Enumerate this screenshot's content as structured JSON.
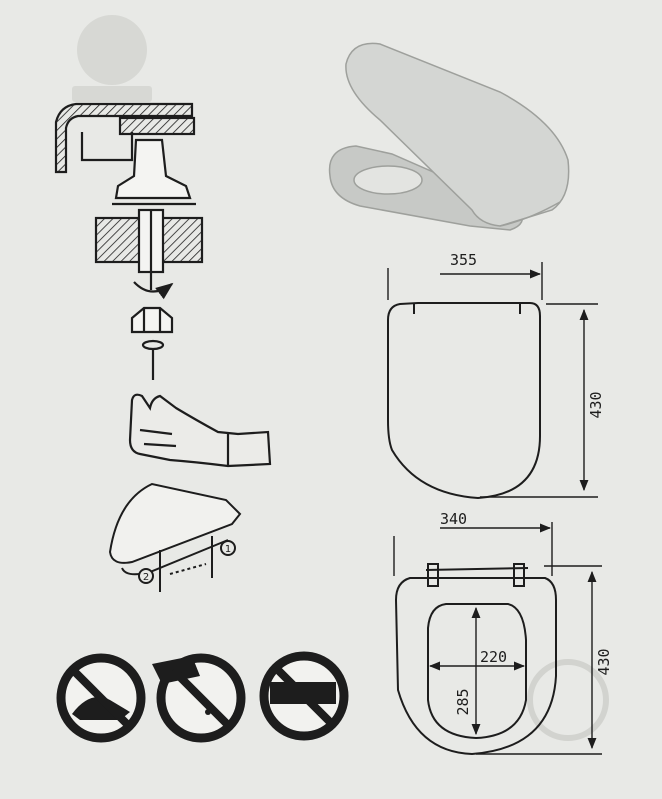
{
  "colors": {
    "paper": "#e8e9e6",
    "ink": "#1d1d1d",
    "seat_fill": "#cfd1ce",
    "watermark": "#d7d8d4"
  },
  "icons": {
    "hinge_assembly": "hinge-mounting-cross-section-icon",
    "screw": "wing-screw-icon",
    "hand": "hand-tightening-icon",
    "seat_mounting": "seat-attach-steps-icon",
    "step_1": "1",
    "step_2": "2",
    "no_abrasive": "no-abrasive-cleaner-icon",
    "no_chemical": "no-chemical-pouring-icon",
    "no_sponge": "no-scouring-pad-icon"
  },
  "lid_view": {
    "width": "355",
    "height": "430"
  },
  "seat_view": {
    "width": "340",
    "height": "430",
    "inner_width": "220",
    "inner_height": "285"
  }
}
